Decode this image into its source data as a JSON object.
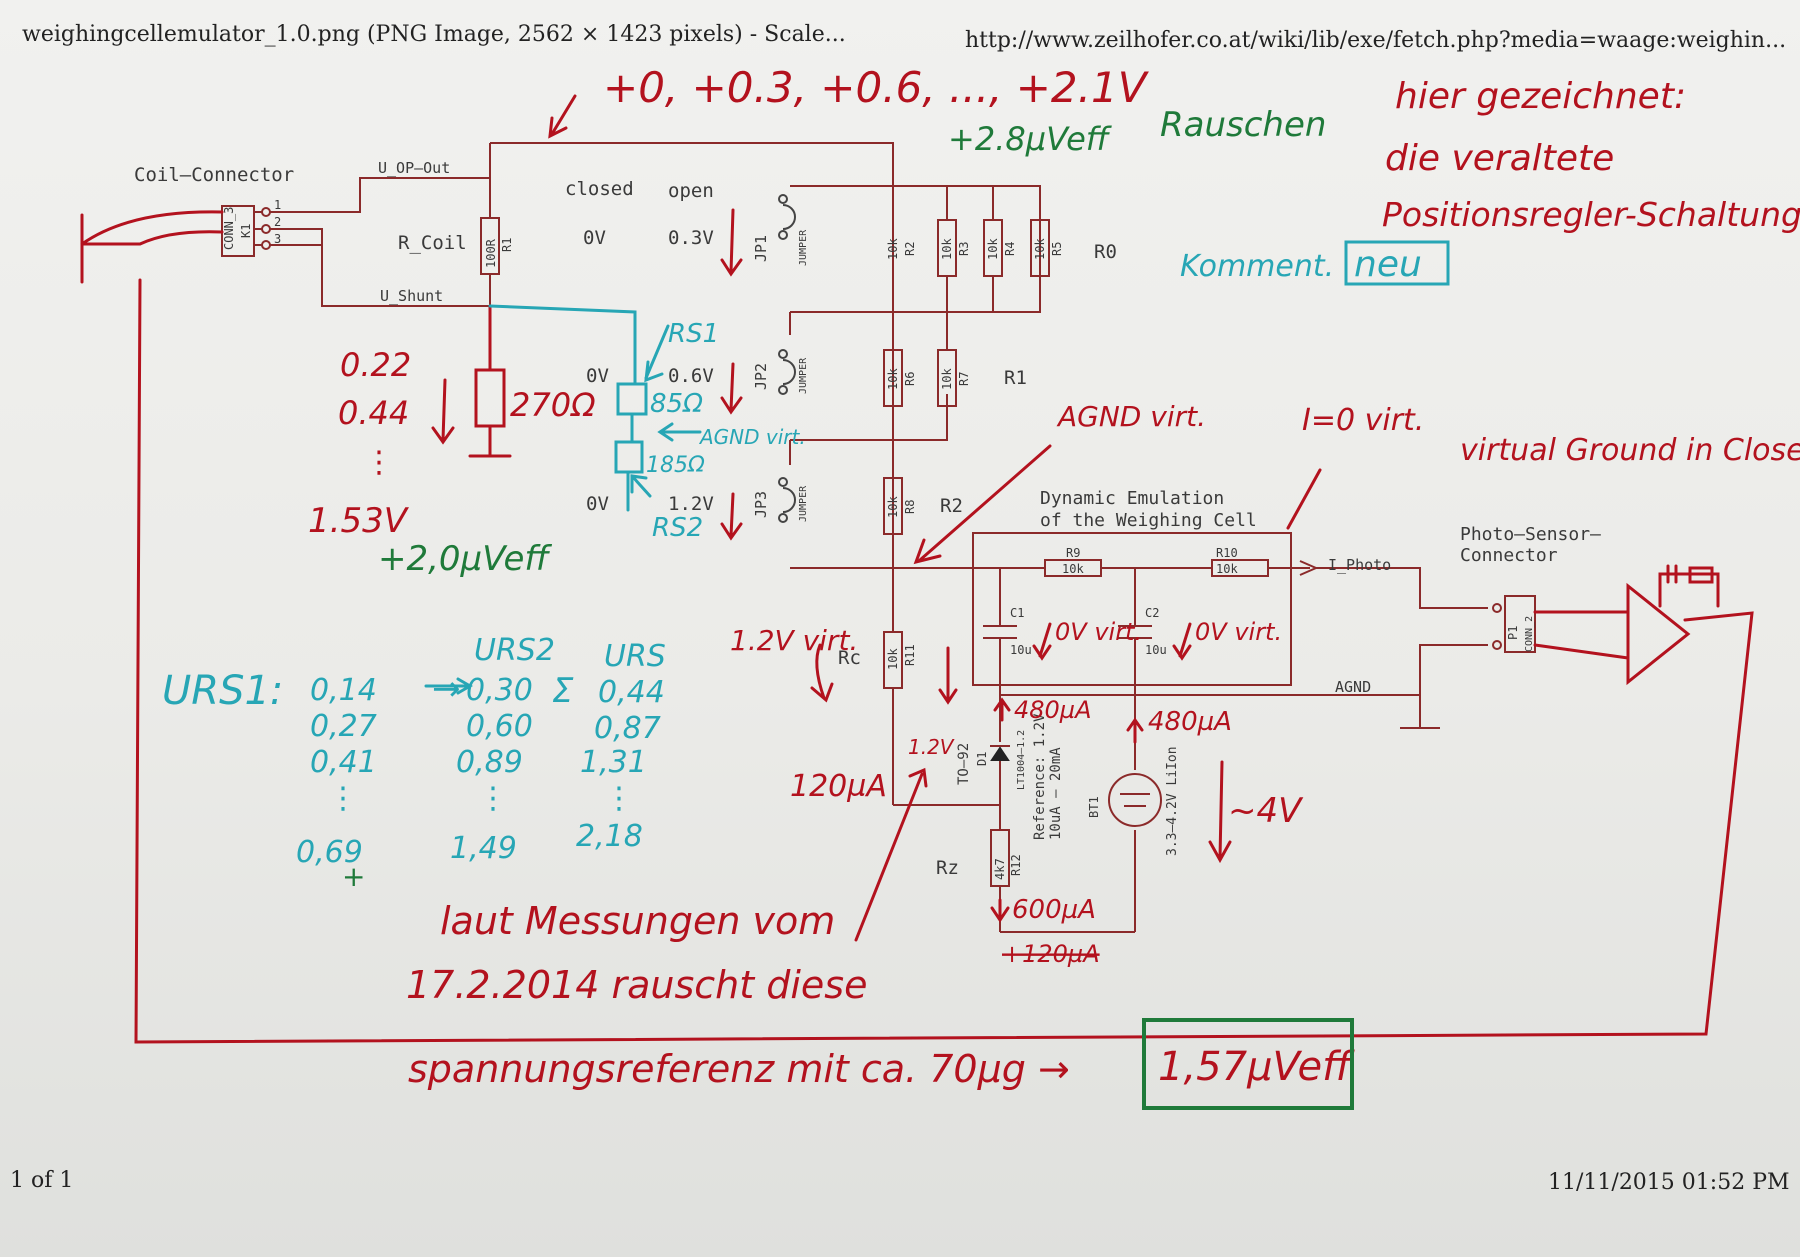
{
  "header": {
    "title": "weighingcellemulator_1.0.png (PNG Image, 2562 × 1423 pixels) - Scale...",
    "url": "http://www.zeilhofer.co.at/wiki/lib/exe/fetch.php?media=waage:weighin..."
  },
  "footer": {
    "page": "1 of 1",
    "datetime": "11/11/2015 01:52 PM"
  },
  "schematic": {
    "coil_connector": "Coil–Connector",
    "conn3": "CONN_3",
    "k1": "K1",
    "pin1": "1",
    "pin2": "2",
    "pin3": "3",
    "u_op_out": "U_OP–Out",
    "u_shunt": "U_Shunt",
    "r_coil": "R_Coil",
    "r1_val": "100R",
    "r1_ref": "R1",
    "closed": "closed",
    "open": "open",
    "jp1_closed": "0V",
    "jp1_open": "0.3V",
    "jp2_closed": "0V",
    "jp2_open": "0.6V",
    "jp3_closed": "0V",
    "jp3_open": "1.2V",
    "jp1": "JP1",
    "jp2": "JP2",
    "jp3": "JP3",
    "jumper": "JUMPER",
    "r_10k": "10k",
    "r2": "R2",
    "r3": "R3",
    "r4": "R4",
    "r5": "R5",
    "r6": "R6",
    "r7": "R7",
    "r8": "R8",
    "r11": "R11",
    "r9": "R9",
    "r10": "R10",
    "r0_label": "R0",
    "r1_label": "R1",
    "r2_label": "R2",
    "dyn_line1": "Dynamic Emulation",
    "dyn_line2": "of the Weighing Cell",
    "i_photo": "I_Photo",
    "photo_line1": "Photo–Sensor–",
    "photo_line2": "Connector",
    "p1": "P1",
    "conn2": "CONN_2",
    "c1": "C1",
    "c2": "C2",
    "c_val": "10u",
    "agnd": "AGND",
    "rc": "Rc",
    "rz": "Rz",
    "to92": "TO–92",
    "d1": "D1",
    "lt_ref": "LT1004–1.2",
    "reference_line1": "Reference: 1.2V",
    "reference_line2": "10uA – 20mA",
    "bt1": "BT1",
    "liion": "3.3–4.2V LiIon",
    "r12_val": "4k7",
    "r12": "R12"
  },
  "notes": {
    "top_volts": "+0, +0.3, +0.6, ..., +2.1V",
    "noise_top": "+2.8µVeff",
    "rauschen": "Rauschen",
    "hier_1": "hier gezeichnet:",
    "hier_2": "die veraltete",
    "hier_3": "Positionsregler-Schaltung",
    "komment": "Komment.",
    "neu": "neu",
    "v1": "0.22",
    "v2": "0.44",
    "vdots": "⋮",
    "v3": "1.53V",
    "r270": "270Ω",
    "noise_mid": "+2,0µVeff",
    "rs1": "RS1",
    "r85": "85Ω",
    "agnd_virt_small": "AGND virt.",
    "r185": "185Ω",
    "rs2": "RS2",
    "agnd_virt": "AGND virt.",
    "i0_virt": "I=0 virt.",
    "virtual_ground": "virtual Ground in Closed Loop",
    "v12_virt": "1.2V virt.",
    "ov_virt": "0V virt.",
    "i480": "480µA",
    "i120": "120µA",
    "v12": "1.2V",
    "v4": "~4V",
    "i600": "600µA",
    "i120b": "+120µA",
    "laut": "laut Messungen vom",
    "date": "17.2.2014 rauscht diese",
    "spannung": "spannungsreferenz mit ca. 70µg →",
    "final": "1,57µVeff"
  },
  "table": {
    "h1": "URS1:",
    "h2": "URS2",
    "h3": "URS",
    "sum": "Σ",
    "arrow": "→",
    "col1": [
      "0,14",
      "0,27",
      "0,41",
      "⋮",
      "0,69"
    ],
    "col2": [
      "0,30",
      "0,60",
      "0,89",
      "⋮",
      "1,49"
    ],
    "col3": [
      "0,44",
      "0,87",
      "1,31",
      "⋮",
      "2,18"
    ],
    "plus": "+"
  }
}
